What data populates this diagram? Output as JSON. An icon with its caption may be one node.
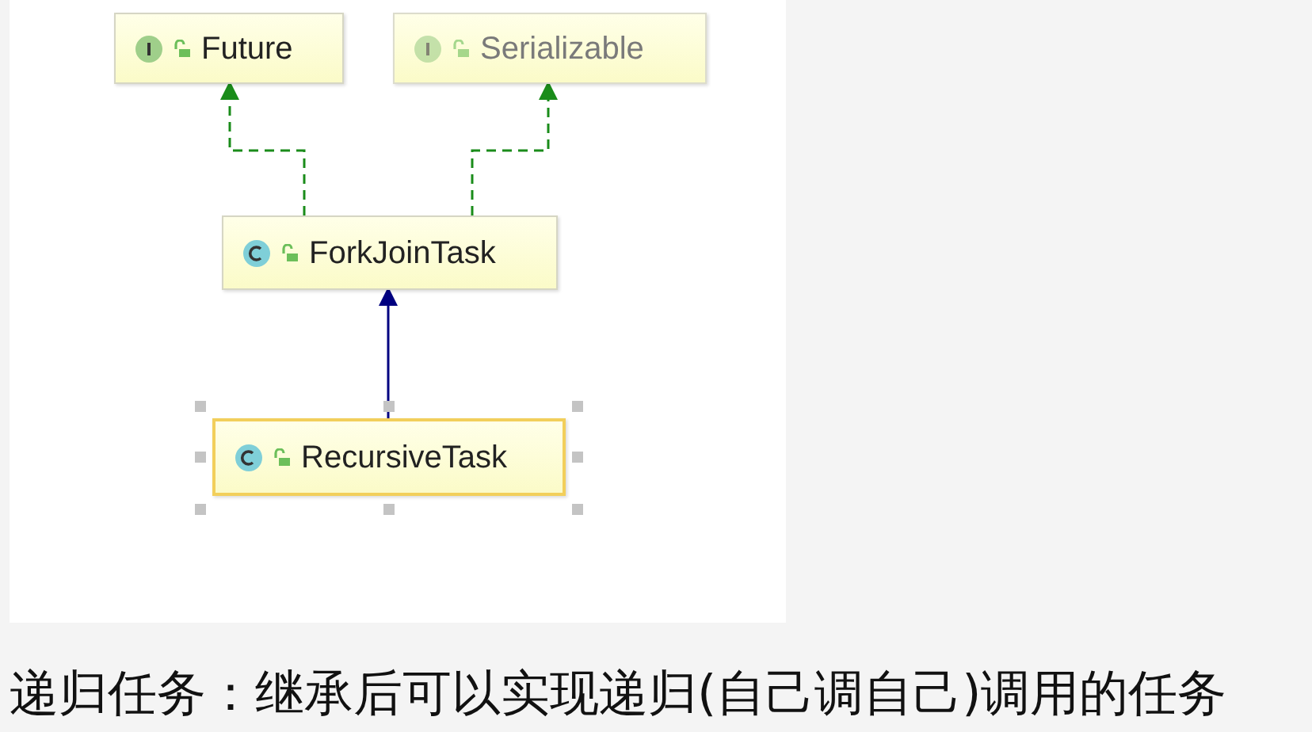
{
  "diagram": {
    "caption": "递归任务：继承后可以实现递归(自己调自己)调用的任务",
    "nodes": [
      {
        "text": [
          "Future"
        ]
      },
      {
        "text": [
          "Serializable"
        ]
      },
      {
        "text": [
          "ForkJoinTask"
        ]
      },
      {
        "text": [
          "RecursiveTask"
        ]
      }
    ],
    "edges": [
      {
        "from": 2,
        "to": 0,
        "arrow": "to",
        "style": "dashed"
      },
      {
        "from": 2,
        "to": 1,
        "arrow": "to",
        "style": "dashed"
      },
      {
        "from": 3,
        "to": 2,
        "arrow": "to",
        "color": "#000080"
      }
    ]
  }
}
